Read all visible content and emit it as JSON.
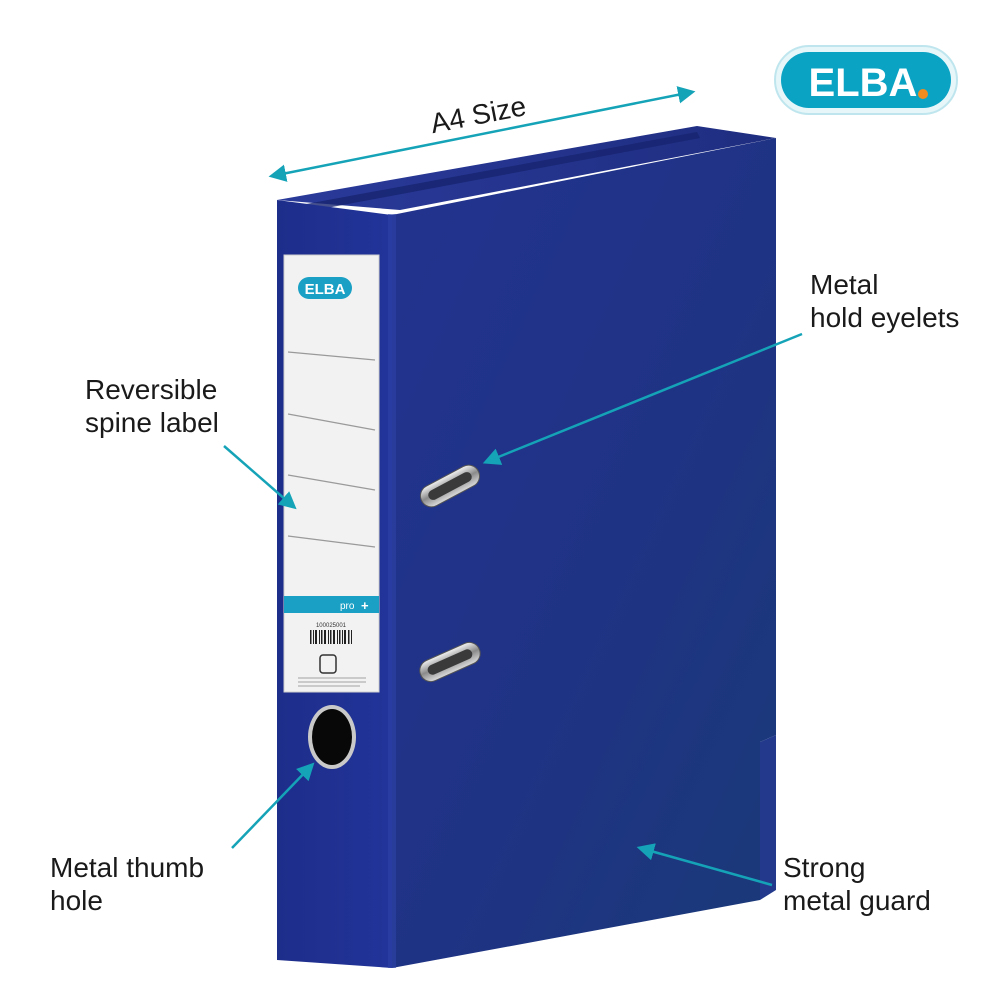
{
  "brand": {
    "name": "ELBA",
    "logo_text": "ELBA",
    "colors": {
      "primary": "#00a3c4",
      "accent": "#f08c1e",
      "binder": "#1e2f86"
    }
  },
  "callouts": {
    "size": {
      "text": "A4 Size"
    },
    "eyelets": {
      "line1": "Metal",
      "line2": "hold eyelets"
    },
    "spine_label": {
      "line1": "Reversible",
      "line2": "spine label"
    },
    "thumb_hole": {
      "line1": "Metal thumb",
      "line2": "hole"
    },
    "guard": {
      "line1": "Strong",
      "line2": "metal guard"
    }
  },
  "spine_label": {
    "logo_text": "ELBA",
    "series": "pro",
    "code": "100025001"
  },
  "icons": [
    "arrow-icon",
    "ring-eyelet-icon",
    "thumb-hole-icon",
    "barcode-icon",
    "recycle-icon"
  ]
}
